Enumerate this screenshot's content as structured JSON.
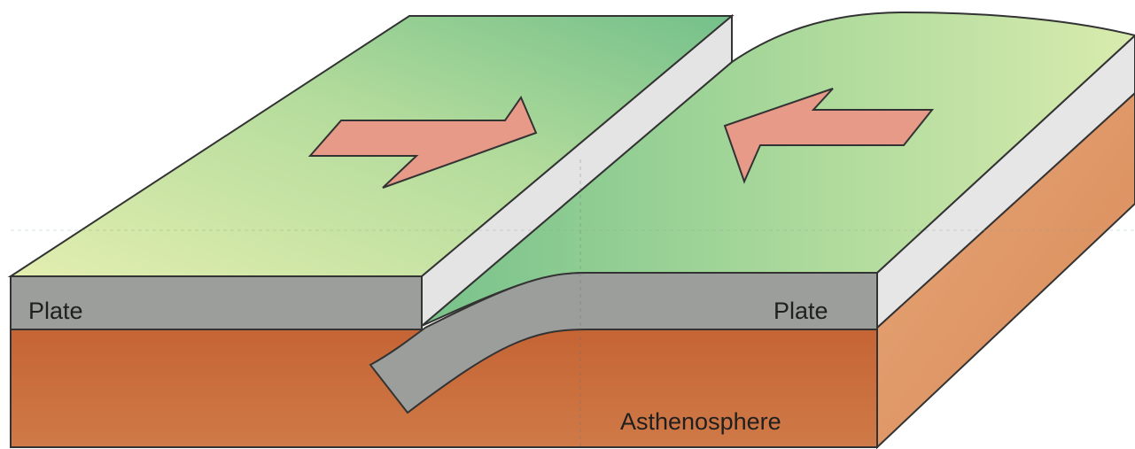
{
  "labels": {
    "left_plate": "Plate",
    "right_plate": "Plate",
    "asthenosphere": "Asthenosphere"
  },
  "colors": {
    "plate_top_light": "#d6e9a8",
    "plate_top_dark": "#7dc38b",
    "plate_side_gray": "#9a9c9a",
    "plate_edge_light": "#e4e4e4",
    "asthenosphere": "#c8693a",
    "asthenosphere_side": "#e09a6a",
    "arrow_fill": "#e69a88"
  },
  "arrows": [
    {
      "name": "left-plate-motion-arrow",
      "direction": "right"
    },
    {
      "name": "right-plate-motion-arrow",
      "direction": "left"
    }
  ]
}
